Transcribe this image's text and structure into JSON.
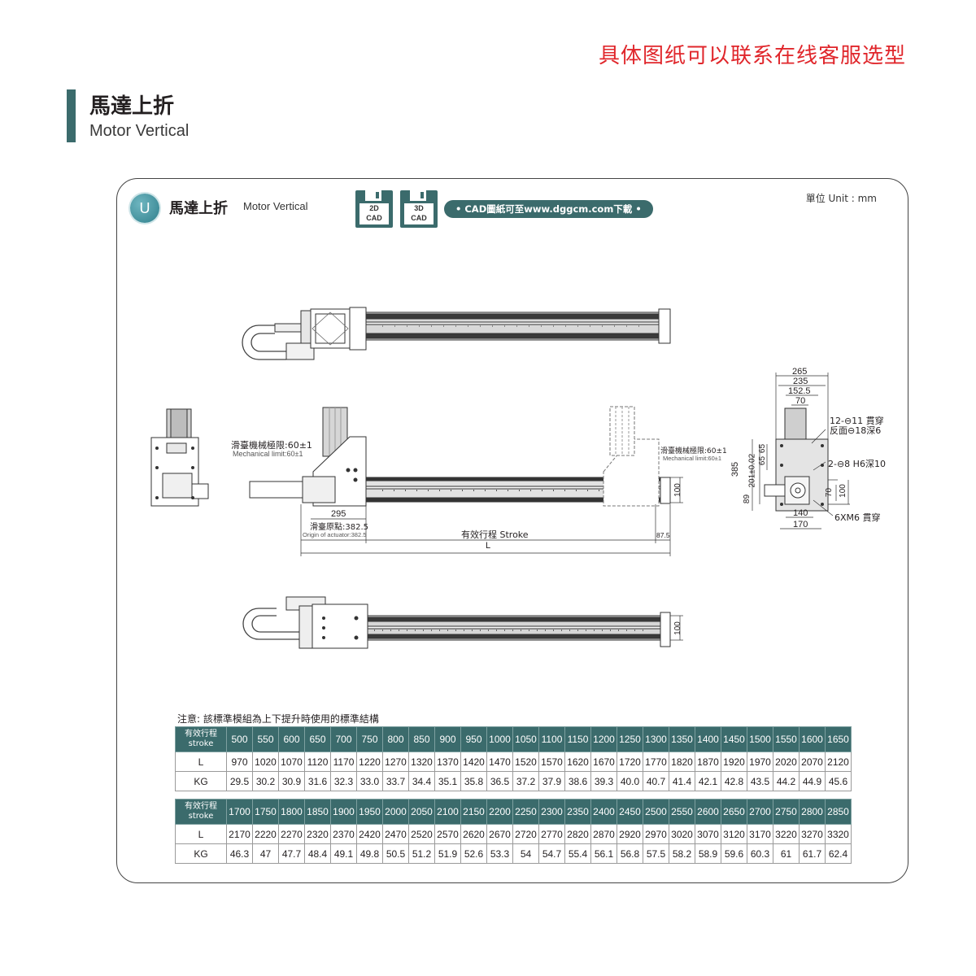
{
  "notice": "具体图纸可以联系在线客服选型",
  "section": {
    "title": "馬達上折",
    "subtitle": "Motor Vertical"
  },
  "card": {
    "badge": "U",
    "title": "馬達上折",
    "title_en": "Motor Vertical",
    "cad2d": {
      "top": "2D",
      "bottom": "CAD"
    },
    "cad3d": {
      "top": "3D",
      "bottom": "CAD"
    },
    "cad_link": "• CAD圖紙可至www.dggcm.com下載 •",
    "unit": "單位 Unit : mm"
  },
  "drawing": {
    "mech_limit_cn": "滑臺機械極限:60±1",
    "mech_limit_en": "Mechanical limit:60±1",
    "mech_limit_right_cn": "滑臺機械極限:60±1",
    "mech_limit_right_en": "Mechanical limit:60±1",
    "dim_295": "295",
    "origin_cn": "滑臺原點:382.5",
    "origin_en": "Origin of actuator:382.5",
    "stroke": "有效行程  Stroke",
    "dim_87_5": "87.5",
    "L": "L",
    "dim_100_side": "100",
    "dim_100_bottom": "100",
    "end": {
      "w265": "265",
      "w235": "235",
      "w152_5": "152.5",
      "w70": "70",
      "h385": "385",
      "h201": "201±0.02",
      "h65a": "65",
      "h65b": "65",
      "h89": "89",
      "h70": "70",
      "h100": "100",
      "w140": "140",
      "w170": "170",
      "hole1a": "12-⊖11 貫穿",
      "hole1b": "反面⊖18深6",
      "hole2": "2-⊖8 H6深10",
      "hole3": "6XM6 貫穿"
    }
  },
  "table_note": "注意:  該標準模組為上下提升時使用的標準結構",
  "tables": [
    {
      "header_cn": "有效行程",
      "header_en": "stroke",
      "strokes": [
        "500",
        "550",
        "600",
        "650",
        "700",
        "750",
        "800",
        "850",
        "900",
        "950",
        "1000",
        "1050",
        "1100",
        "1150",
        "1200",
        "1250",
        "1300",
        "1350",
        "1400",
        "1450",
        "1500",
        "1550",
        "1600",
        "1650"
      ],
      "L_label": "L",
      "L": [
        "970",
        "1020",
        "1070",
        "1120",
        "1170",
        "1220",
        "1270",
        "1320",
        "1370",
        "1420",
        "1470",
        "1520",
        "1570",
        "1620",
        "1670",
        "1720",
        "1770",
        "1820",
        "1870",
        "1920",
        "1970",
        "2020",
        "2070",
        "2120"
      ],
      "KG_label": "KG",
      "KG": [
        "29.5",
        "30.2",
        "30.9",
        "31.6",
        "32.3",
        "33.0",
        "33.7",
        "34.4",
        "35.1",
        "35.8",
        "36.5",
        "37.2",
        "37.9",
        "38.6",
        "39.3",
        "40.0",
        "40.7",
        "41.4",
        "42.1",
        "42.8",
        "43.5",
        "44.2",
        "44.9",
        "45.6"
      ]
    },
    {
      "header_cn": "有效行程",
      "header_en": "stroke",
      "strokes": [
        "1700",
        "1750",
        "1800",
        "1850",
        "1900",
        "1950",
        "2000",
        "2050",
        "2100",
        "2150",
        "2200",
        "2250",
        "2300",
        "2350",
        "2400",
        "2450",
        "2500",
        "2550",
        "2600",
        "2650",
        "2700",
        "2750",
        "2800",
        "2850"
      ],
      "L_label": "L",
      "L": [
        "2170",
        "2220",
        "2270",
        "2320",
        "2370",
        "2420",
        "2470",
        "2520",
        "2570",
        "2620",
        "2670",
        "2720",
        "2770",
        "2820",
        "2870",
        "2920",
        "2970",
        "3020",
        "3070",
        "3120",
        "3170",
        "3220",
        "3270",
        "3320"
      ],
      "KG_label": "KG",
      "KG": [
        "46.3",
        "47",
        "47.7",
        "48.4",
        "49.1",
        "49.8",
        "50.5",
        "51.2",
        "51.9",
        "52.6",
        "53.3",
        "54",
        "54.7",
        "55.4",
        "56.1",
        "56.8",
        "57.5",
        "58.2",
        "58.9",
        "59.6",
        "60.3",
        "61",
        "61.7",
        "62.4"
      ]
    }
  ]
}
